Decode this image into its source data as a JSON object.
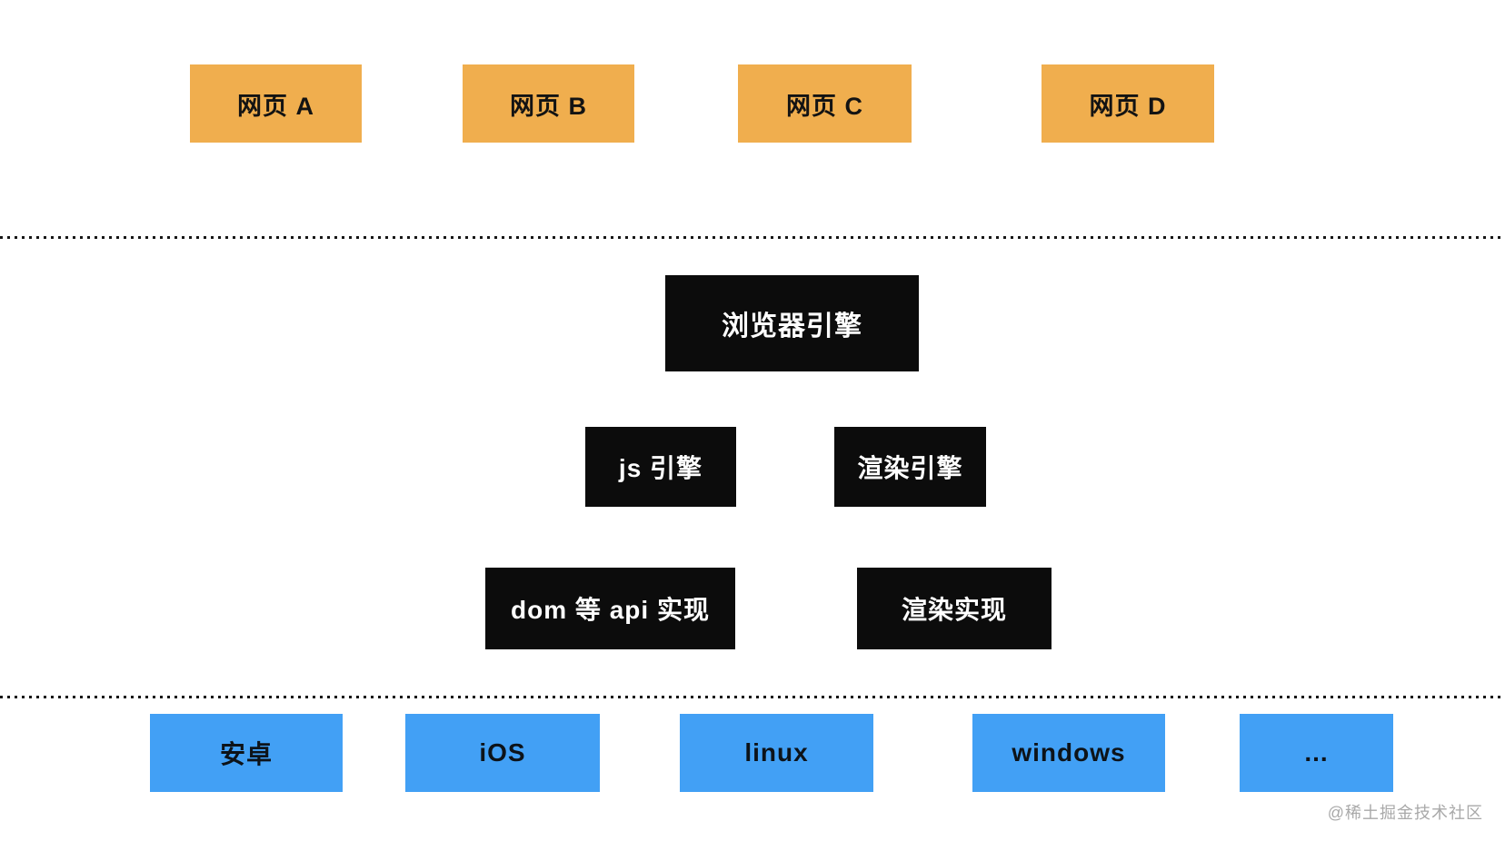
{
  "diagram": {
    "webpages": [
      {
        "label": "网页 A"
      },
      {
        "label": "网页 B"
      },
      {
        "label": "网页 C"
      },
      {
        "label": "网页 D"
      }
    ],
    "browser_engine": {
      "label": "浏览器引擎"
    },
    "engines": [
      {
        "label": "js 引擎"
      },
      {
        "label": "渲染引擎"
      }
    ],
    "implementations": [
      {
        "label": "dom 等 api 实现"
      },
      {
        "label": "渲染实现"
      }
    ],
    "platforms": [
      {
        "label": "安卓"
      },
      {
        "label": "iOS"
      },
      {
        "label": "linux"
      },
      {
        "label": "windows"
      },
      {
        "label": "..."
      }
    ],
    "watermark": "@稀土掘金技术社区",
    "colors": {
      "webpage_box": "#F0AE4E",
      "engine_box": "#0c0c0c",
      "platform_box": "#42A0F5",
      "engine_text": "#ffffff",
      "dark_text": "#131313",
      "watermark_text": "#a9a9a9"
    }
  }
}
